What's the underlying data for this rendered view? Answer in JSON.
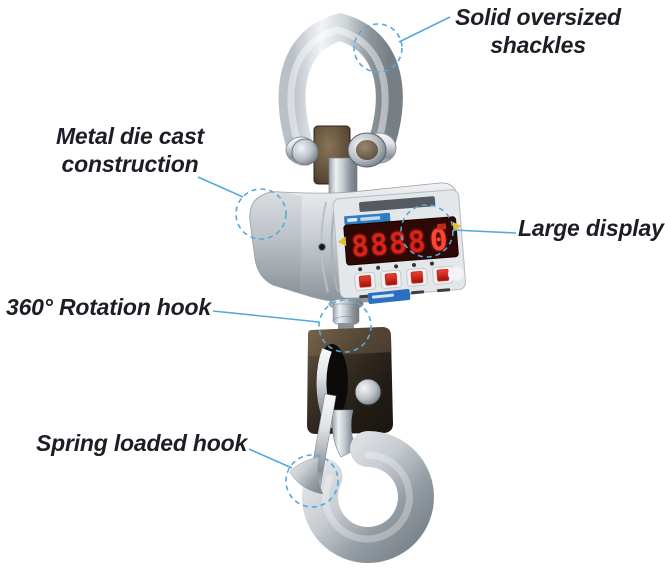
{
  "figure": {
    "kind": "annotated-product-diagram",
    "subject": "digital crane scale"
  },
  "colors": {
    "accent": "#55a8dc",
    "label_text": "#1d1d25",
    "led": "#ff4633",
    "led_dim": "#d92318",
    "led_background": "#2e0805",
    "button_red": "#c8271a",
    "logo_blue": "#2f7dc4",
    "sticker_blue": "#2b6fc2",
    "marker_yellow": "#e6bd2f"
  },
  "annotations": {
    "labels": [
      {
        "id": "shackles",
        "text": "Solid oversized shackles"
      },
      {
        "id": "die-cast",
        "text": "Metal die cast construction"
      },
      {
        "id": "large-display",
        "text": "Large display"
      },
      {
        "id": "rotation-hook",
        "text": "360° Rotation hook"
      },
      {
        "id": "spring-hook",
        "text": "Spring loaded hook"
      }
    ]
  },
  "device": {
    "display_main": "8888",
    "display_last": "0"
  }
}
